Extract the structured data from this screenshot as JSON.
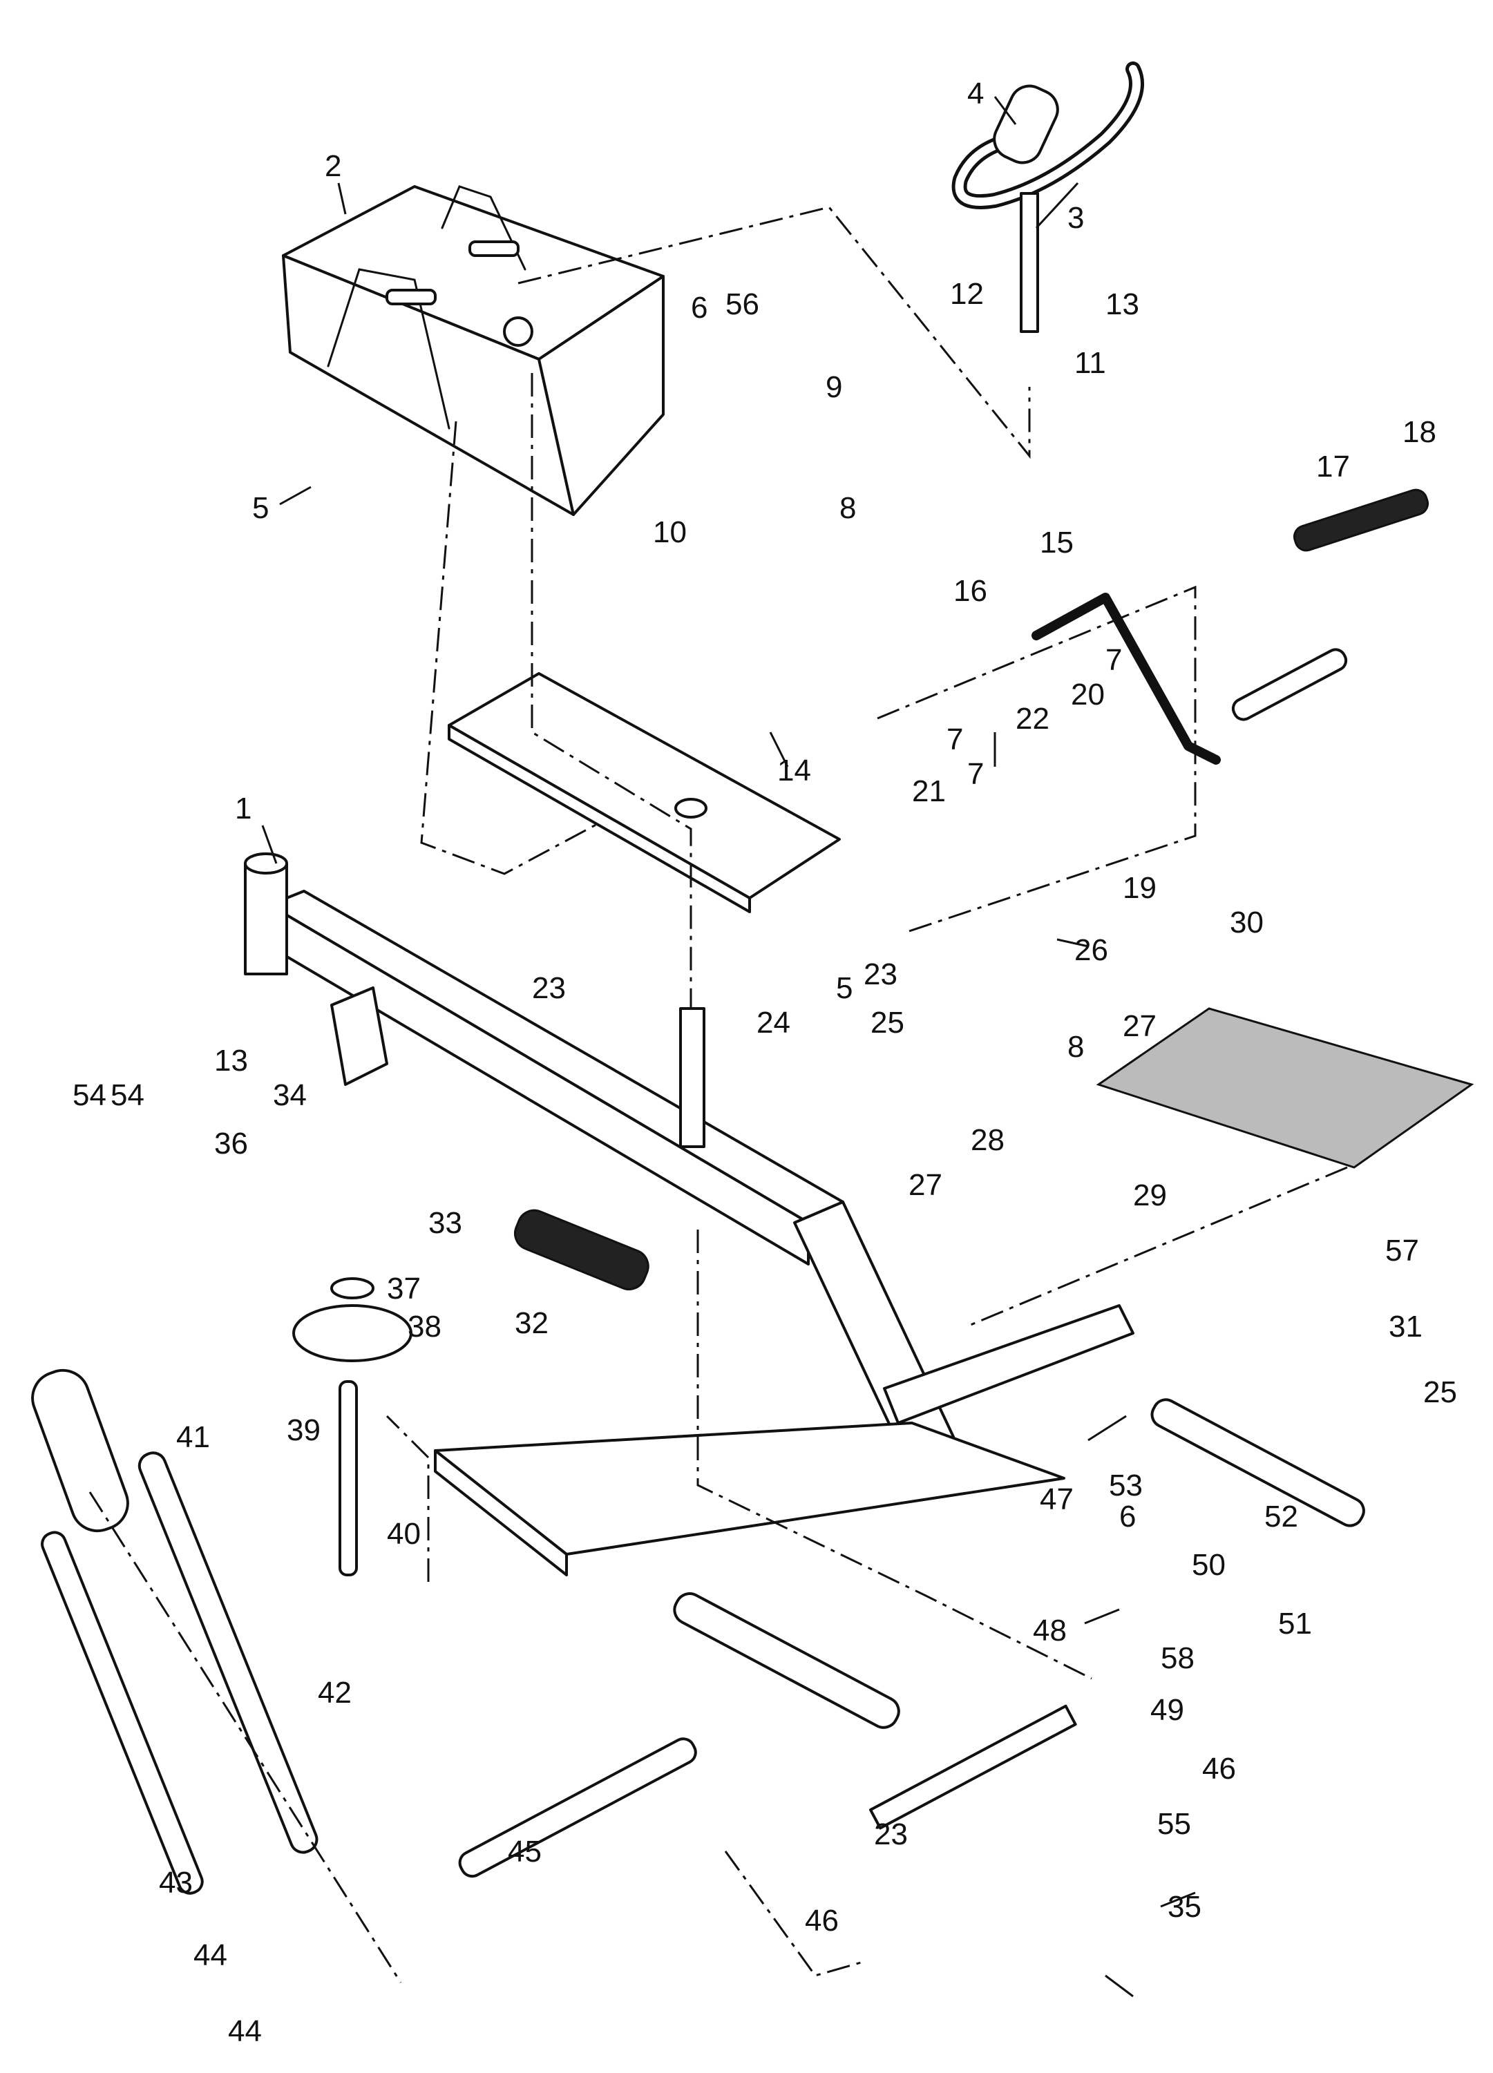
{
  "callouts": [
    {
      "n": "1"
    },
    {
      "n": "2"
    },
    {
      "n": "3"
    },
    {
      "n": "4"
    },
    {
      "n": "5"
    },
    {
      "n": "5"
    },
    {
      "n": "6"
    },
    {
      "n": "6"
    },
    {
      "n": "7"
    },
    {
      "n": "7"
    },
    {
      "n": "7"
    },
    {
      "n": "8"
    },
    {
      "n": "8"
    },
    {
      "n": "9"
    },
    {
      "n": "10"
    },
    {
      "n": "11"
    },
    {
      "n": "12"
    },
    {
      "n": "13"
    },
    {
      "n": "13"
    },
    {
      "n": "14"
    },
    {
      "n": "15"
    },
    {
      "n": "16"
    },
    {
      "n": "17"
    },
    {
      "n": "18"
    },
    {
      "n": "19"
    },
    {
      "n": "20"
    },
    {
      "n": "21"
    },
    {
      "n": "22"
    },
    {
      "n": "23"
    },
    {
      "n": "23"
    },
    {
      "n": "23"
    },
    {
      "n": "24"
    },
    {
      "n": "25"
    },
    {
      "n": "25"
    },
    {
      "n": "26"
    },
    {
      "n": "27"
    },
    {
      "n": "27"
    },
    {
      "n": "28"
    },
    {
      "n": "29"
    },
    {
      "n": "30"
    },
    {
      "n": "31"
    },
    {
      "n": "32"
    },
    {
      "n": "33"
    },
    {
      "n": "34"
    },
    {
      "n": "35"
    },
    {
      "n": "36"
    },
    {
      "n": "37"
    },
    {
      "n": "38"
    },
    {
      "n": "39"
    },
    {
      "n": "40"
    },
    {
      "n": "41"
    },
    {
      "n": "42"
    },
    {
      "n": "43"
    },
    {
      "n": "44"
    },
    {
      "n": "44"
    },
    {
      "n": "45"
    },
    {
      "n": "46"
    },
    {
      "n": "46"
    },
    {
      "n": "47"
    },
    {
      "n": "48"
    },
    {
      "n": "49"
    },
    {
      "n": "50"
    },
    {
      "n": "51"
    },
    {
      "n": "52"
    },
    {
      "n": "53"
    },
    {
      "n": "54"
    },
    {
      "n": "54"
    },
    {
      "n": "55"
    },
    {
      "n": "56"
    },
    {
      "n": "57"
    },
    {
      "n": "58"
    }
  ]
}
